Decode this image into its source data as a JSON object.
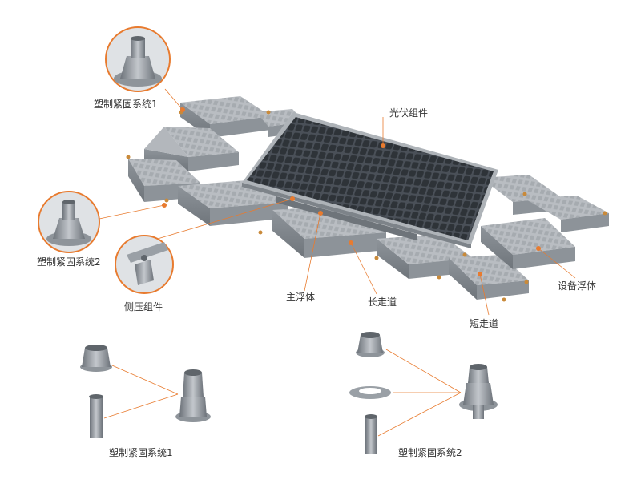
{
  "colors": {
    "accent_orange": "#e87b2f",
    "float_gray": "#9ea3a8",
    "float_light": "#c9ccd0",
    "panel_dark": "#3a3f45",
    "panel_frame": "#aeb3b8"
  },
  "labels": {
    "fastening_system_1": "塑制紧固系统1",
    "fastening_system_2": "塑制紧固系统2",
    "side_clamp": "侧压组件",
    "pv_module": "光伏组件",
    "main_float": "主浮体",
    "long_walkway": "长走道",
    "short_walkway": "短走道",
    "equipment_float": "设备浮体"
  },
  "bottom_labels": {
    "kit_1": "塑制紧固系统1",
    "kit_2": "塑制紧固系统2"
  }
}
